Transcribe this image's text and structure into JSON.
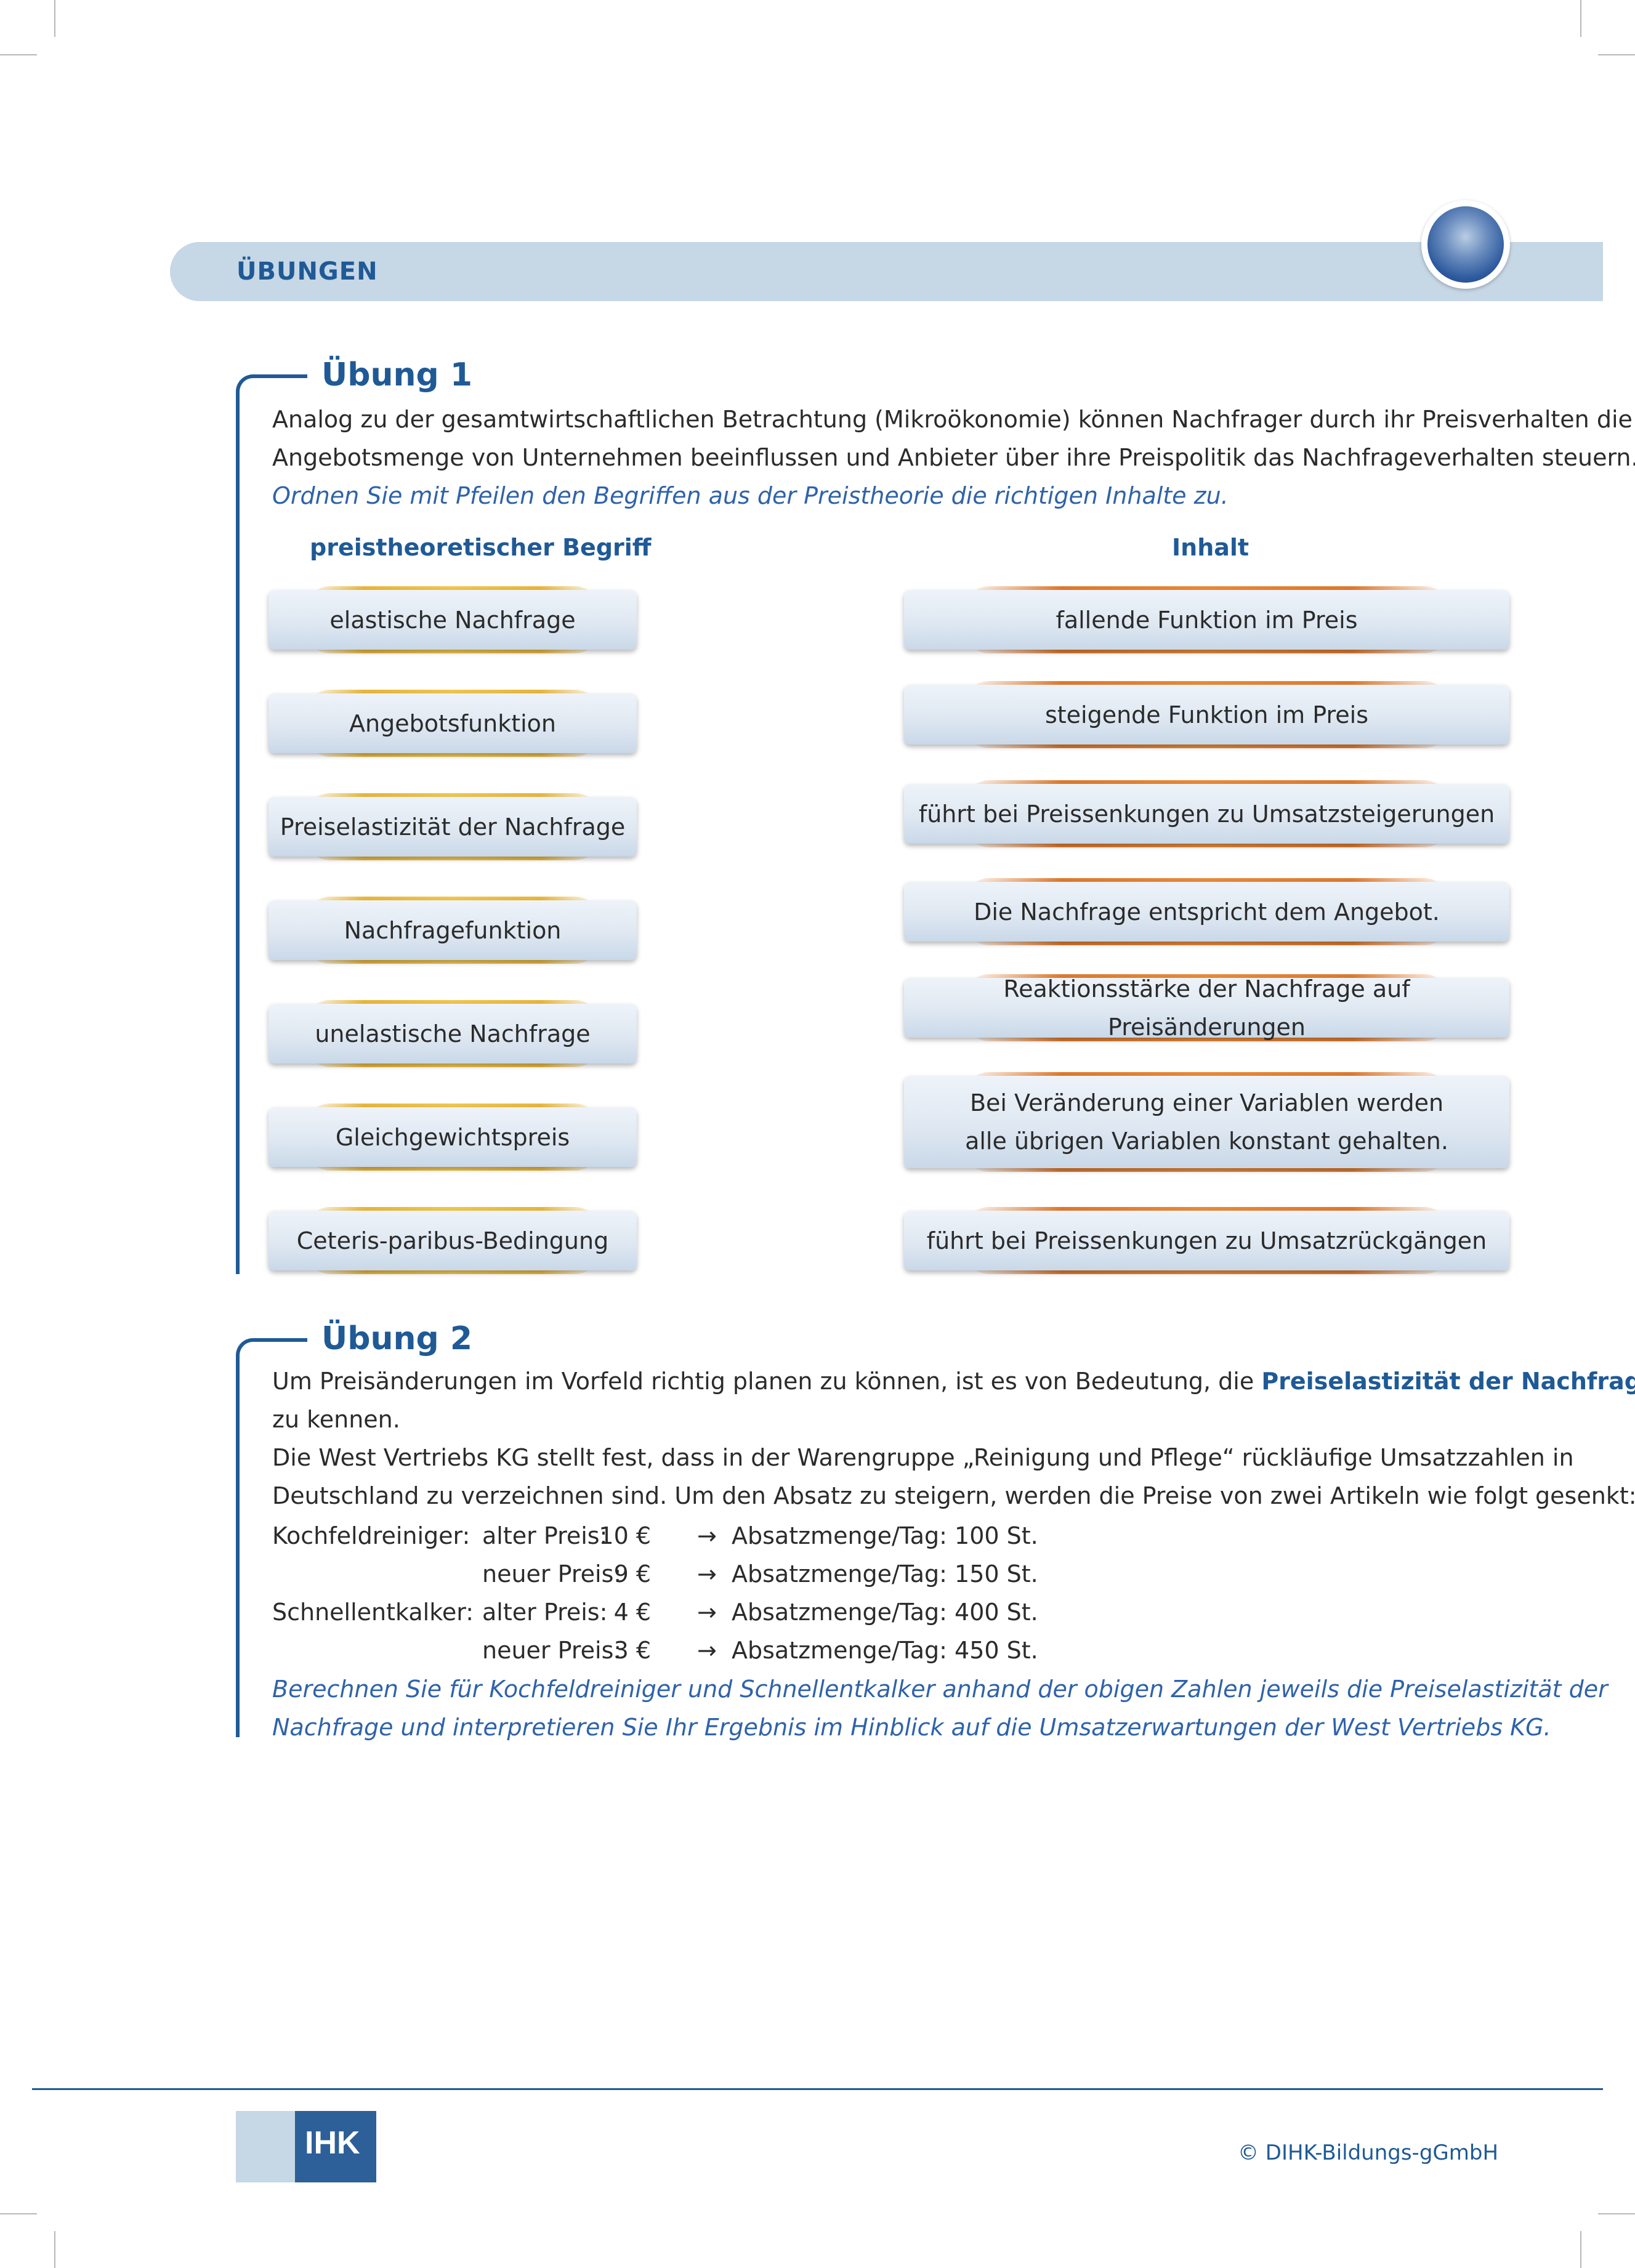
{
  "header": {
    "title": "ÜBUNGEN"
  },
  "ex1": {
    "title": "Übung 1",
    "intro_lines": [
      "Analog zu der gesamtwirtschaftlichen Betrachtung (Mikroökonomie) können Nachfrager durch ihr Preisverhalten die",
      "Angebotsmenge von Unternehmen beeinflussen und Anbieter über ihre Preispolitik das Nachfrageverhalten steuern."
    ],
    "task": "Ordnen Sie mit Pfeilen den Begriffen aus der Preistheorie die richtigen Inhalte zu.",
    "left_head": "preistheoretischer Begriff",
    "right_head": "Inhalt",
    "terms": [
      "elastische Nachfrage",
      "Angebotsfunktion",
      "Preiselastizität der Nachfrage",
      "Nachfragefunktion",
      "unelastische Nachfrage",
      "Gleichgewichtspreis",
      "Ceteris-paribus-Bedingung"
    ],
    "contents": [
      "fallende Funktion im Preis",
      "steigende Funktion im Preis",
      "führt bei Preissenkungen zu Umsatzsteigerungen",
      "Die Nachfrage entspricht dem Angebot.",
      "Reaktionsstärke der Nachfrage auf Preisänderungen",
      "Bei Veränderung einer Variablen werden alle übrigen Variablen konstant gehalten.",
      "führt bei Preissenkungen zu Umsatzrückgängen"
    ]
  },
  "ex2": {
    "title": "Übung 2",
    "line1_pre": "Um Preisänderungen im Vorfeld richtig planen zu können, ist es von Bedeutung, die ",
    "line1_bold": "Preiselastizität der Nachfrage",
    "line2": "zu kennen.",
    "line3": "Die West Vertriebs KG stellt fest, dass in der Warengruppe „Reinigung und Pflege“ rückläufige Umsatzzahlen in",
    "line4": "Deutschland zu verzeichnen sind. Um den Absatz zu steigern, werden die Preise von zwei Artikeln wie folgt gesenkt:",
    "calc_rows": [
      {
        "product": "Kochfeldreiniger:",
        "label": "alter Preis:",
        "price": "10 €",
        "arrow": "→",
        "result": "Absatzmenge/Tag: 100 St."
      },
      {
        "product": "",
        "label": "neuer Preis:",
        "price": "9 €",
        "arrow": "→",
        "result": "Absatzmenge/Tag: 150 St."
      },
      {
        "product": "Schnellentkalker:",
        "label": "alter Preis:",
        "price": "4 €",
        "arrow": "→",
        "result": "Absatzmenge/Tag: 400 St."
      },
      {
        "product": "",
        "label": "neuer Preis:",
        "price": "3 €",
        "arrow": "→",
        "result": "Absatzmenge/Tag: 450 St."
      }
    ],
    "task_lines": [
      "Berechnen Sie für Kochfeldreiniger und Schnellentkalker anhand der obigen Zahlen jeweils die Preiselastizität der",
      "Nachfrage und interpretieren Sie Ihr Ergebnis im Hinblick auf die Umsatzerwartungen der West Vertriebs KG."
    ]
  },
  "footer": {
    "logo_text": "IHK",
    "copyright": "© DIHK-Bildungs-gGmbH"
  }
}
